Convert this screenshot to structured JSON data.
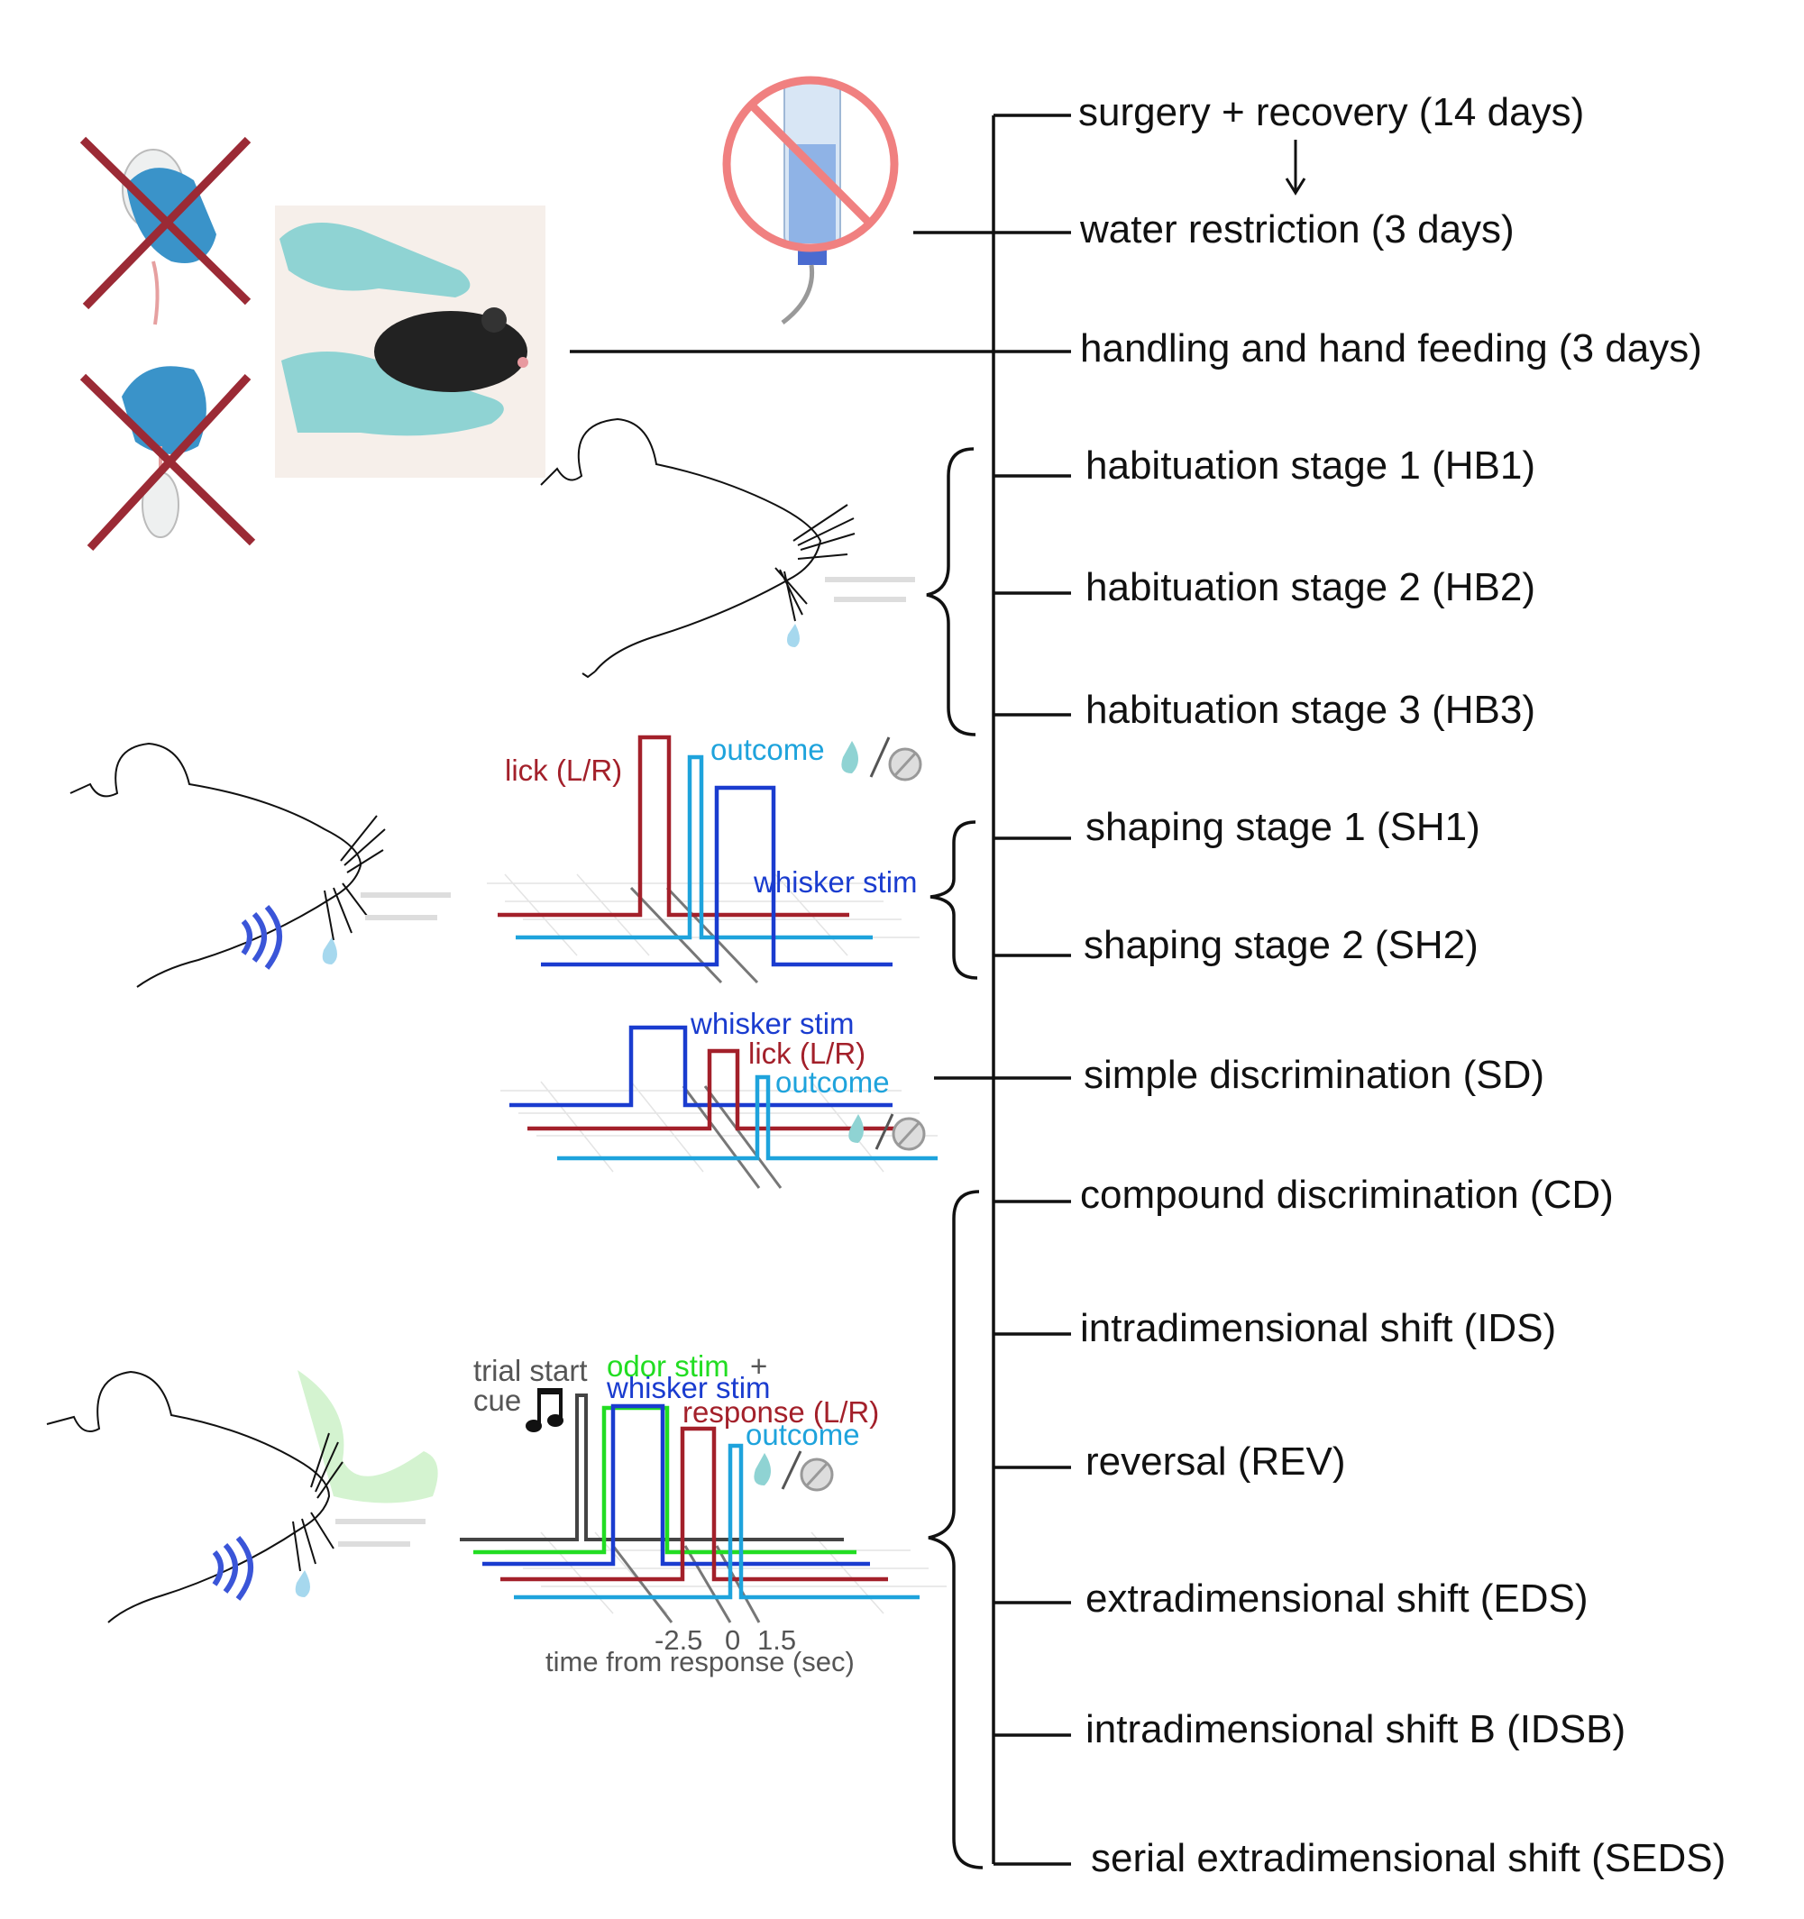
{
  "timeline": {
    "stages": [
      {
        "label": "surgery + recovery (14 days)"
      },
      {
        "label": "water restriction (3 days)"
      },
      {
        "label": "handling and hand feeding (3 days)"
      },
      {
        "label": "habituation stage 1 (HB1)"
      },
      {
        "label": "habituation stage 2 (HB2)"
      },
      {
        "label": "habituation stage 3 (HB3)"
      },
      {
        "label": "shaping stage 1 (SH1)"
      },
      {
        "label": "shaping stage 2 (SH2)"
      },
      {
        "label": "simple discrimination (SD)"
      },
      {
        "label": "compound discrimination (CD)"
      },
      {
        "label": "intradimensional shift (IDS)"
      },
      {
        "label": "reversal (REV)"
      },
      {
        "label": "extradimensional shift (EDS)"
      },
      {
        "label": "intradimensional shift B (IDSB)"
      },
      {
        "label": "serial extradimensional shift (SEDS)"
      }
    ]
  },
  "shaping_panel": {
    "lick": "lick (L/R)",
    "outcome": "outcome",
    "whisker": "whisker stim"
  },
  "sd_panel": {
    "whisker": "whisker stim",
    "lick": "lick (L/R)",
    "outcome": "outcome"
  },
  "task_panel": {
    "trial_start_line1": "trial start",
    "trial_start_line2": "cue",
    "odor": "odor stim",
    "plus": "+",
    "whisker": "whisker stim",
    "response": "response (L/R)",
    "outcome": "outcome",
    "tick_neg": "-2.5",
    "tick_zero": "0",
    "tick_pos": "1.5",
    "axis_label": "time from response (sec)"
  },
  "colors": {
    "lick": "#a3202a",
    "outcome": "#1ea3dc",
    "whisker": "#1a3ccf",
    "odor": "#22dd22",
    "trial_start": "#333333",
    "no_symbol": "#f08080",
    "glove": "#8fd3d3",
    "mouse": "#222222",
    "cross": "#9b2a35"
  },
  "icons": [
    "glove-holding-mouse-icon",
    "crossed-out-handling-icon",
    "no-water-bottle-icon",
    "mouse-outline-icon",
    "water-drop-icon",
    "no-reward-icon",
    "music-note-icon",
    "whisker-stim-wave-icon",
    "odor-plume-icon"
  ]
}
